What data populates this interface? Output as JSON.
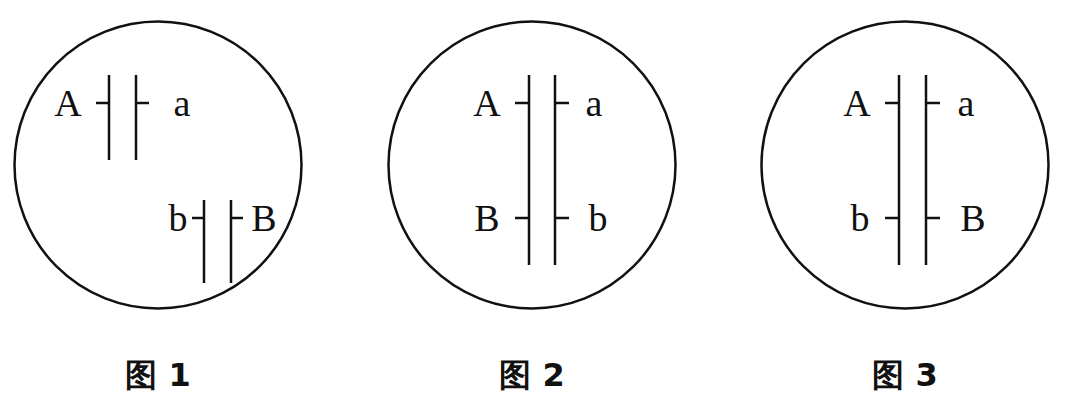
{
  "diagram": {
    "nodes": [
      {
        "text": [
          "A",
          "a",
          "b",
          "B",
          "图 1"
        ]
      },
      {
        "text": [
          "A",
          "a",
          "B",
          "b",
          "图 2"
        ]
      },
      {
        "text": [
          "A",
          "a",
          "b",
          "B",
          "图 3"
        ]
      }
    ]
  }
}
